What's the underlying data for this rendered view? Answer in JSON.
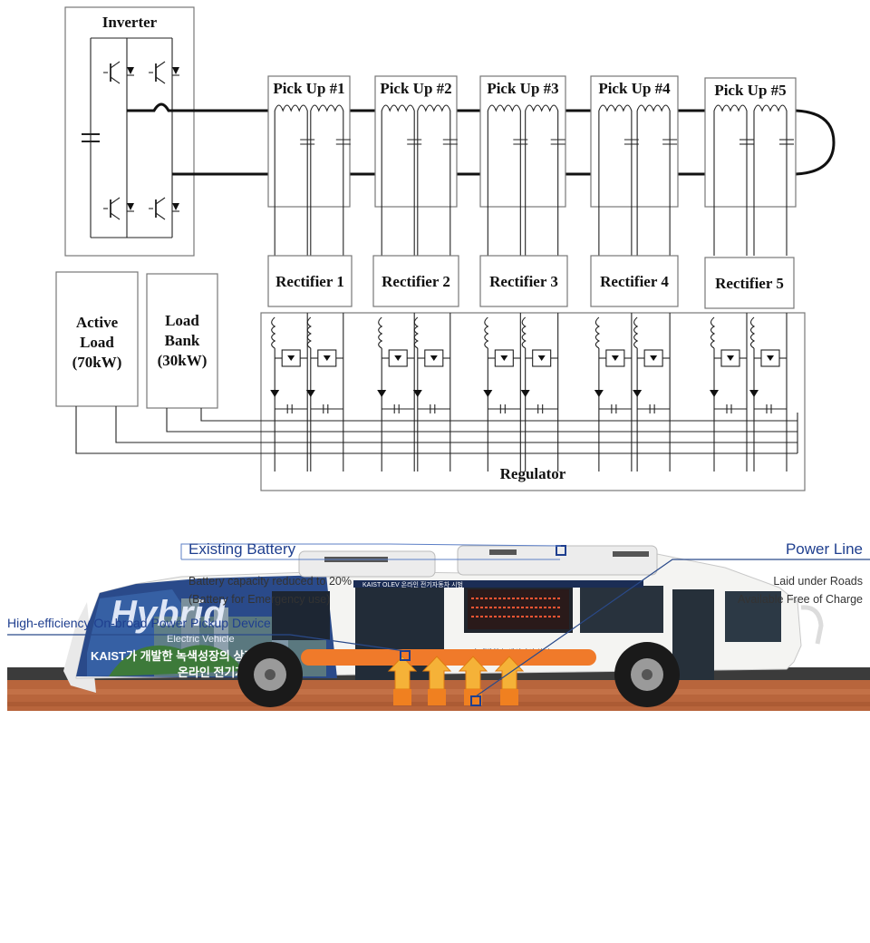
{
  "circuit": {
    "inverter_label": "Inverter",
    "pickups": [
      "Pick Up #1",
      "Pick Up #2",
      "Pick Up #3",
      "Pick Up #4",
      "Pick Up #5"
    ],
    "rectifiers": [
      "Rectifier 1",
      "Rectifier 2",
      "Rectifier 3",
      "Rectifier 4",
      "Rectifier 5"
    ],
    "active_load": [
      "Active",
      "Load",
      "(70kW)"
    ],
    "load_bank": [
      "Load",
      "Bank",
      "(30kW)"
    ],
    "regulator_label": "Regulator"
  },
  "bus": {
    "existing_battery": {
      "title": "Existing Battery",
      "lines": [
        "Battery capacity reduced to 20%",
        "(Battery for Emergency use)"
      ]
    },
    "power_line": {
      "title": "Power Line",
      "lines": [
        "Laid under Roads",
        "Available Free of Charge"
      ]
    },
    "pickup_device": "High-efficiency On-broad Power Pickup Device",
    "livery": {
      "hybrid": "Hybrid",
      "electric_vehicle": "Electric Vehicle",
      "slogan_1": "KAIST가 개발한 녹색성장의 상징",
      "slogan_2": "온라인 전기자동차",
      "top_banner": "KAIST OLEV 온라인 전기자동차 시범"
    },
    "colors": {
      "callout_blue": "#1f3f8f",
      "ground": "#3a3a3a",
      "soil": "#b9633a",
      "pickup_glow": "#f07a2a"
    }
  }
}
